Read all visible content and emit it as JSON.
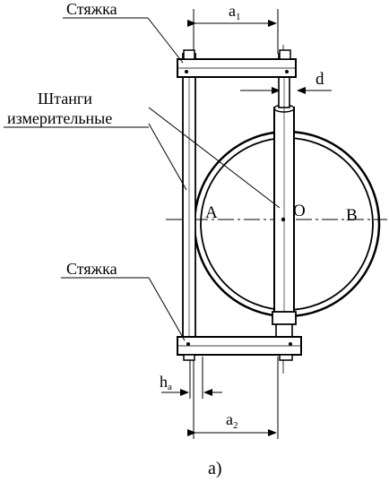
{
  "labels": {
    "tie_top": "Стяжка",
    "tie_bottom": "Стяжка",
    "rods_line1": "Штанги",
    "rods_line2": "измерительные",
    "dim_a1_main": "a",
    "dim_a1_sub": "1",
    "dim_a2_main": "a",
    "dim_a2_sub": "2",
    "dim_d": "d",
    "dim_ha_main": "h",
    "dim_ha_sub": "a",
    "point_a": "A",
    "point_o": "O",
    "point_b": "B",
    "caption": "а)"
  },
  "colors": {
    "ink": "#000000",
    "background": "#ffffff"
  }
}
